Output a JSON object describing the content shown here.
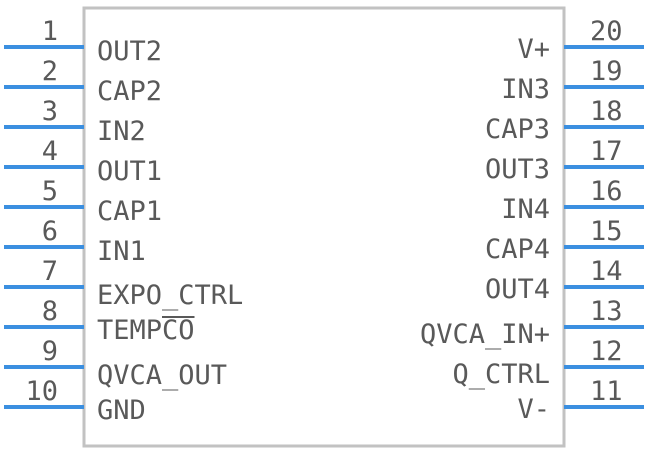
{
  "component": {
    "left_pins": [
      {
        "number": "1",
        "name": "OUT2"
      },
      {
        "number": "2",
        "name": "CAP2"
      },
      {
        "number": "3",
        "name": "IN2"
      },
      {
        "number": "4",
        "name": "OUT1"
      },
      {
        "number": "5",
        "name": "CAP1"
      },
      {
        "number": "6",
        "name": "IN1"
      },
      {
        "number": "7",
        "name": "EXPO_CTRL"
      },
      {
        "number": "8",
        "name": "TEMPCO",
        "overbar_chars": "CO"
      },
      {
        "number": "9",
        "name": "QVCA_OUT"
      },
      {
        "number": "10",
        "name": "GND"
      }
    ],
    "right_pins": [
      {
        "number": "20",
        "name": "V+"
      },
      {
        "number": "19",
        "name": "IN3"
      },
      {
        "number": "18",
        "name": "CAP3"
      },
      {
        "number": "17",
        "name": "OUT3"
      },
      {
        "number": "16",
        "name": "IN4"
      },
      {
        "number": "15",
        "name": "CAP4"
      },
      {
        "number": "14",
        "name": "OUT4"
      },
      {
        "number": "13",
        "name": "QVCA_IN+"
      },
      {
        "number": "12",
        "name": "Q_CTRL"
      },
      {
        "number": "11",
        "name": "V-"
      }
    ],
    "colors": {
      "pin": "#3b8fe0",
      "outline": "#c2c2c2",
      "text": "#595959"
    }
  }
}
